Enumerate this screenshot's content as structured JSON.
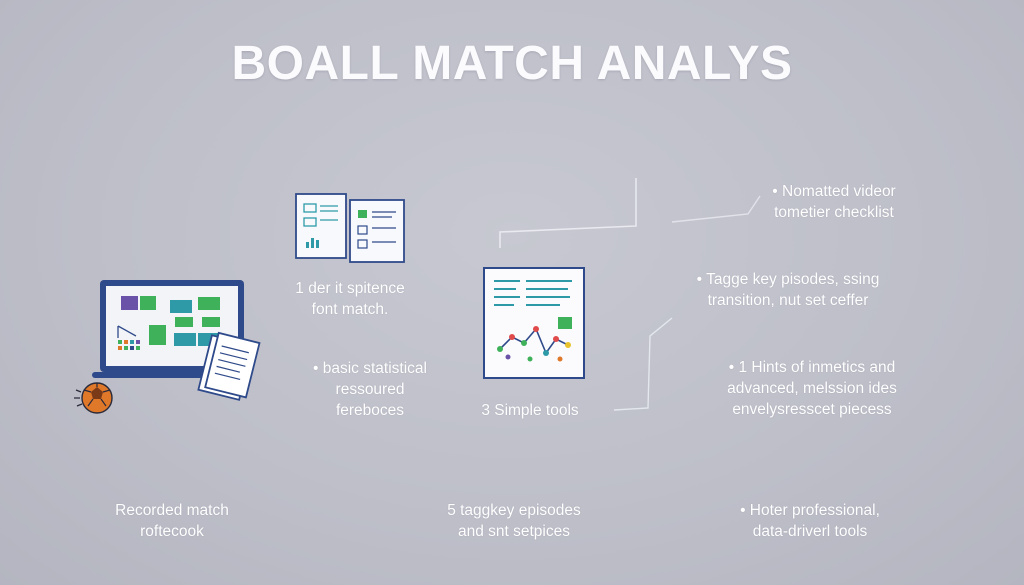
{
  "title": "BOALL MATCH ANALYS",
  "step1": {
    "lines": [
      "1 der it spitence",
      "font match."
    ]
  },
  "step2": {
    "lines": [
      "• basic statistical",
      "ressoured",
      "fereboces"
    ]
  },
  "step3": {
    "label": "3 Simple tools"
  },
  "right1": {
    "lines": [
      "• Nomatted videor",
      "tometier checklist"
    ]
  },
  "right2": {
    "lines": [
      "• Tagge key pisodes, ssing",
      "transition, nut set ceffer"
    ]
  },
  "right3": {
    "lines": [
      "• 1 Hints of inmetics and",
      "advanced, melssion ides",
      "envelysresscet piecess"
    ]
  },
  "bottom": {
    "left": {
      "lines": [
        "Recorded match",
        "roftecook"
      ]
    },
    "middle": {
      "lines": [
        "5 taggkey episodes",
        "and snt setpices"
      ]
    },
    "right": {
      "lines": [
        "• Hoter professional,",
        "data-driverl tools"
      ]
    }
  },
  "icons": {
    "laptop": "laptop-icon",
    "ball": "football-icon",
    "notepad": "notepad-icon",
    "docs": "documents-icon",
    "report": "report-chart-icon"
  },
  "colors": {
    "background": "#c2c3cc",
    "navy": "#2f4a8a",
    "green": "#3fb15a",
    "purple": "#6a52a8",
    "teal": "#2e9aa8",
    "orange": "#e0782a",
    "connector": "#eef0f6"
  }
}
